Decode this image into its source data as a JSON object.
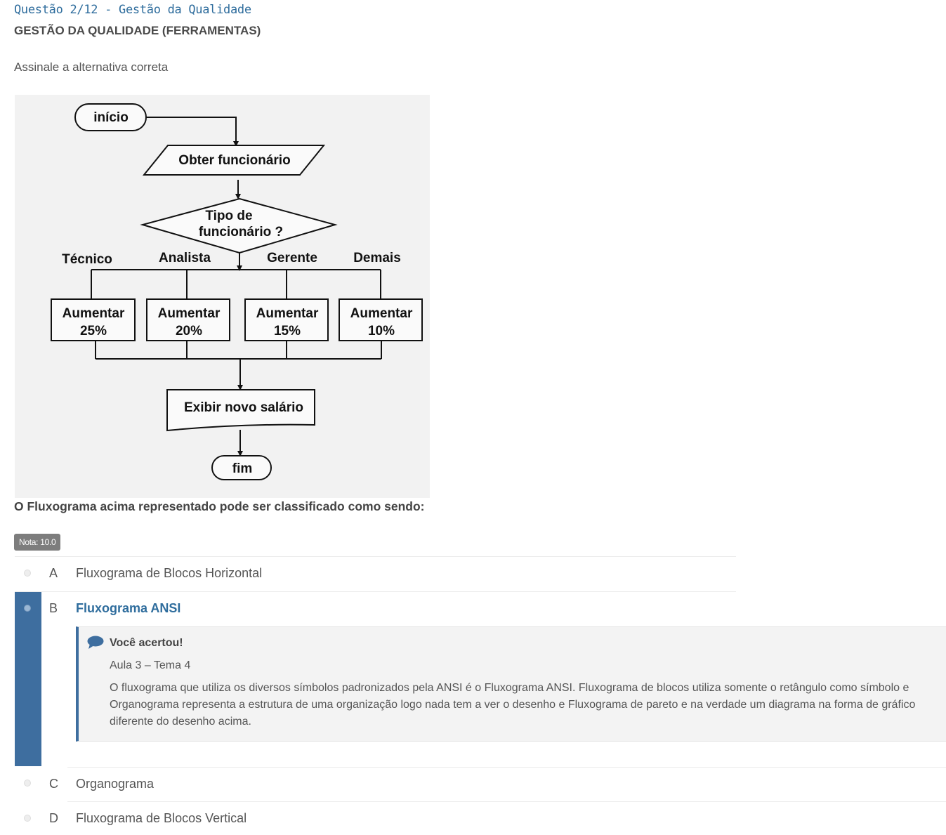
{
  "question": {
    "title": "Questão 2/12 - Gestão da Qualidade",
    "subject": "GESTÃO DA QUALIDADE (FERRAMENTAS)",
    "instruction": "Assinale a alternativa correta",
    "prompt": "O Fluxograma acima representado pode ser classificado como sendo:",
    "grade": "Nota: 10.0"
  },
  "flowchart": {
    "start": "início",
    "input": "Obter funcionário",
    "decision_line1": "Tipo de",
    "decision_line2": "funcionário ?",
    "branches": [
      "Técnico",
      "Analista",
      "Gerente",
      "Demais"
    ],
    "process_label": "Aumentar",
    "percentages": [
      "25%",
      "20%",
      "15%",
      "10%"
    ],
    "output": "Exibir novo salário",
    "end": "fim"
  },
  "options": [
    {
      "letter": "A",
      "text": "Fluxograma de Blocos Horizontal",
      "selected": false
    },
    {
      "letter": "B",
      "text": "Fluxograma ANSI",
      "selected": true
    },
    {
      "letter": "C",
      "text": "Organograma",
      "selected": false
    },
    {
      "letter": "D",
      "text": "Fluxograma de Blocos Vertical",
      "selected": false
    }
  ],
  "feedback": {
    "heading": "Você acertou!",
    "reference": "Aula 3 – Tema 4",
    "text": "O fluxograma que utiliza os diversos símbolos padronizados pela ANSI é o Fluxograma ANSI. Fluxograma de blocos utiliza somente o retângulo como símbolo e Organograma representa a estrutura de uma organização logo nada tem a ver o desenho e Fluxograma de pareto e na verdade um diagrama na forma de gráfico diferente do desenho acima.",
    "icon": "comment-icon"
  },
  "colors": {
    "accent": "#3e6e9f",
    "title": "#2f6d9d",
    "badge": "#7d7d7d"
  }
}
